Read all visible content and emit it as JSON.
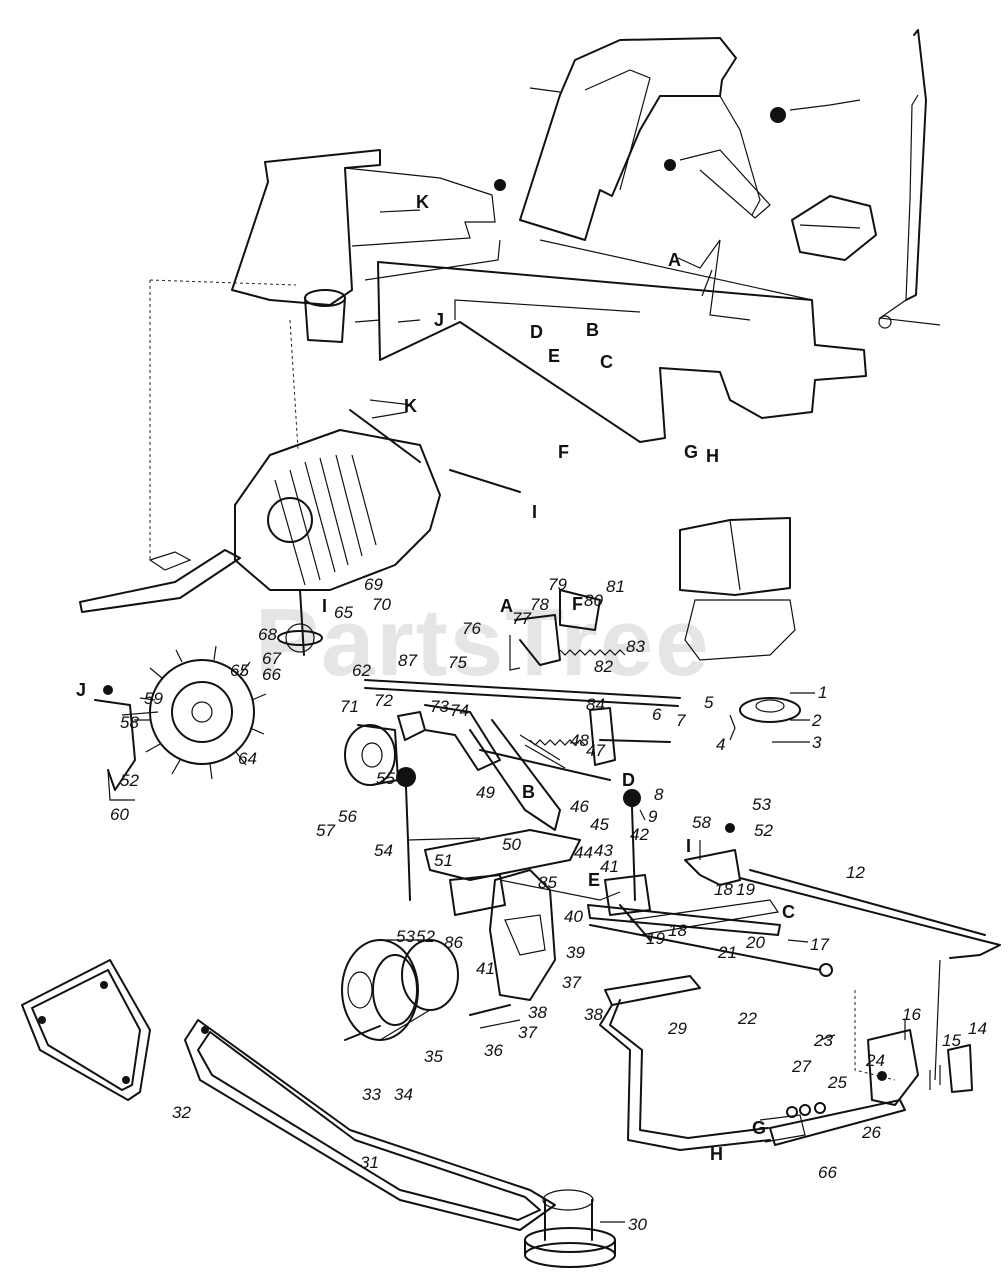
{
  "watermark": "PartsTree",
  "part_numbers": [
    {
      "id": "p1",
      "text": "1"
    },
    {
      "id": "p2",
      "text": "2"
    },
    {
      "id": "p3",
      "text": "3"
    },
    {
      "id": "p4",
      "text": "4"
    },
    {
      "id": "p5",
      "text": "5"
    },
    {
      "id": "p6",
      "text": "6"
    },
    {
      "id": "p7",
      "text": "7"
    },
    {
      "id": "p8",
      "text": "8"
    },
    {
      "id": "p9",
      "text": "9"
    },
    {
      "id": "p12",
      "text": "12"
    },
    {
      "id": "p14",
      "text": "14"
    },
    {
      "id": "p15",
      "text": "15"
    },
    {
      "id": "p16",
      "text": "16"
    },
    {
      "id": "p17",
      "text": "17"
    },
    {
      "id": "p18a",
      "text": "18"
    },
    {
      "id": "p18b",
      "text": "18"
    },
    {
      "id": "p19a",
      "text": "19"
    },
    {
      "id": "p19b",
      "text": "19"
    },
    {
      "id": "p20",
      "text": "20"
    },
    {
      "id": "p21",
      "text": "21"
    },
    {
      "id": "p22",
      "text": "22"
    },
    {
      "id": "p23",
      "text": "23"
    },
    {
      "id": "p24",
      "text": "24"
    },
    {
      "id": "p25",
      "text": "25"
    },
    {
      "id": "p26",
      "text": "26"
    },
    {
      "id": "p27",
      "text": "27"
    },
    {
      "id": "p29",
      "text": "29"
    },
    {
      "id": "p30",
      "text": "30"
    },
    {
      "id": "p31",
      "text": "31"
    },
    {
      "id": "p32",
      "text": "32"
    },
    {
      "id": "p33",
      "text": "33"
    },
    {
      "id": "p34",
      "text": "34"
    },
    {
      "id": "p35",
      "text": "35"
    },
    {
      "id": "p36",
      "text": "36"
    },
    {
      "id": "p37a",
      "text": "37"
    },
    {
      "id": "p37b",
      "text": "37"
    },
    {
      "id": "p38a",
      "text": "38"
    },
    {
      "id": "p38b",
      "text": "38"
    },
    {
      "id": "p39",
      "text": "39"
    },
    {
      "id": "p40",
      "text": "40"
    },
    {
      "id": "p41a",
      "text": "41"
    },
    {
      "id": "p41b",
      "text": "41"
    },
    {
      "id": "p42",
      "text": "42"
    },
    {
      "id": "p43",
      "text": "43"
    },
    {
      "id": "p44",
      "text": "44"
    },
    {
      "id": "p45",
      "text": "45"
    },
    {
      "id": "p46",
      "text": "46"
    },
    {
      "id": "p47",
      "text": "47"
    },
    {
      "id": "p48",
      "text": "48"
    },
    {
      "id": "p49",
      "text": "49"
    },
    {
      "id": "p50",
      "text": "50"
    },
    {
      "id": "p51",
      "text": "51"
    },
    {
      "id": "p52a",
      "text": "52"
    },
    {
      "id": "p52b",
      "text": "52"
    },
    {
      "id": "p52c",
      "text": "52"
    },
    {
      "id": "p53a",
      "text": "53"
    },
    {
      "id": "p53b",
      "text": "53"
    },
    {
      "id": "p54",
      "text": "54"
    },
    {
      "id": "p55",
      "text": "55"
    },
    {
      "id": "p56",
      "text": "56"
    },
    {
      "id": "p57",
      "text": "57"
    },
    {
      "id": "p58a",
      "text": "58"
    },
    {
      "id": "p58b",
      "text": "58"
    },
    {
      "id": "p59",
      "text": "59"
    },
    {
      "id": "p60",
      "text": "60"
    },
    {
      "id": "p62",
      "text": "62"
    },
    {
      "id": "p64",
      "text": "64"
    },
    {
      "id": "p65a",
      "text": "65"
    },
    {
      "id": "p65b",
      "text": "65"
    },
    {
      "id": "p66a",
      "text": "66"
    },
    {
      "id": "p66b",
      "text": "66"
    },
    {
      "id": "p67",
      "text": "67"
    },
    {
      "id": "p68",
      "text": "68"
    },
    {
      "id": "p69",
      "text": "69"
    },
    {
      "id": "p70",
      "text": "70"
    },
    {
      "id": "p71",
      "text": "71"
    },
    {
      "id": "p72",
      "text": "72"
    },
    {
      "id": "p73",
      "text": "73"
    },
    {
      "id": "p74",
      "text": "74"
    },
    {
      "id": "p75",
      "text": "75"
    },
    {
      "id": "p76",
      "text": "76"
    },
    {
      "id": "p77",
      "text": "77"
    },
    {
      "id": "p78",
      "text": "78"
    },
    {
      "id": "p79",
      "text": "79"
    },
    {
      "id": "p80",
      "text": "80"
    },
    {
      "id": "p81",
      "text": "81"
    },
    {
      "id": "p82",
      "text": "82"
    },
    {
      "id": "p83",
      "text": "83"
    },
    {
      "id": "p84",
      "text": "84"
    },
    {
      "id": "p85",
      "text": "85"
    },
    {
      "id": "p86",
      "text": "86"
    },
    {
      "id": "p87",
      "text": "87"
    }
  ],
  "reference_letters": [
    {
      "id": "rA1",
      "text": "A"
    },
    {
      "id": "rA2",
      "text": "A"
    },
    {
      "id": "rB1",
      "text": "B"
    },
    {
      "id": "rB2",
      "text": "B"
    },
    {
      "id": "rC1",
      "text": "C"
    },
    {
      "id": "rC2",
      "text": "C"
    },
    {
      "id": "rD1",
      "text": "D"
    },
    {
      "id": "rD2",
      "text": "D"
    },
    {
      "id": "rE1",
      "text": "E"
    },
    {
      "id": "rE2",
      "text": "E"
    },
    {
      "id": "rF1",
      "text": "F"
    },
    {
      "id": "rF2",
      "text": "F"
    },
    {
      "id": "rG1",
      "text": "G"
    },
    {
      "id": "rG2",
      "text": "G"
    },
    {
      "id": "rH1",
      "text": "H"
    },
    {
      "id": "rH2",
      "text": "H"
    },
    {
      "id": "rI1",
      "text": "I"
    },
    {
      "id": "rI2",
      "text": "I"
    },
    {
      "id": "rI3",
      "text": "I"
    },
    {
      "id": "rJ1",
      "text": "J"
    },
    {
      "id": "rJ2",
      "text": "J"
    },
    {
      "id": "rK1",
      "text": "K"
    },
    {
      "id": "rK2",
      "text": "K"
    }
  ]
}
